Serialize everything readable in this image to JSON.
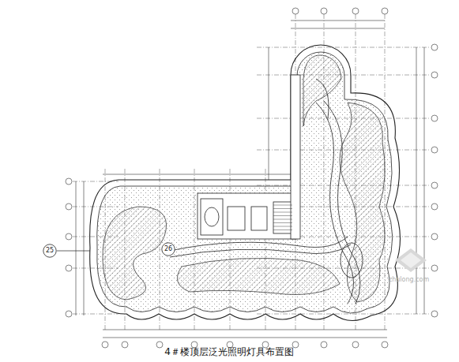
{
  "diagram": {
    "title": "4＃楼顶层泛光照明灯具布置图",
    "nodes": [
      {
        "text": [
          "25"
        ]
      },
      {
        "text": [
          "26"
        ]
      }
    ],
    "labels": [
      "zhulong.com"
    ]
  }
}
